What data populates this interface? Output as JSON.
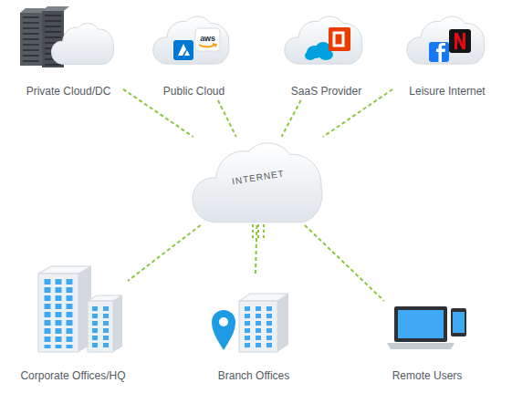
{
  "diagram": {
    "nodes": [
      {
        "text": [
          "Private Cloud/DC"
        ]
      },
      {
        "text": [
          "Public Cloud"
        ]
      },
      {
        "text": [
          "SaaS Provider"
        ]
      },
      {
        "text": [
          "Leisure Internet"
        ]
      },
      {
        "text": [
          "INTERNET"
        ]
      },
      {
        "text": [
          "Corporate Offices/HQ"
        ]
      },
      {
        "text": [
          "Branch Offices"
        ]
      },
      {
        "text": [
          "Remote Users"
        ]
      }
    ],
    "edges": [
      {
        "from": 0,
        "to": 4,
        "arrow": "none"
      },
      {
        "from": 1,
        "to": 4,
        "arrow": "none"
      },
      {
        "from": 2,
        "to": 4,
        "arrow": "none"
      },
      {
        "from": 3,
        "to": 4,
        "arrow": "none"
      },
      {
        "from": 4,
        "to": 5,
        "arrow": "none"
      },
      {
        "from": 4,
        "to": 6,
        "arrow": "none"
      },
      {
        "from": 4,
        "to": 7,
        "arrow": "none"
      }
    ],
    "labels": [
      "aws"
    ]
  }
}
